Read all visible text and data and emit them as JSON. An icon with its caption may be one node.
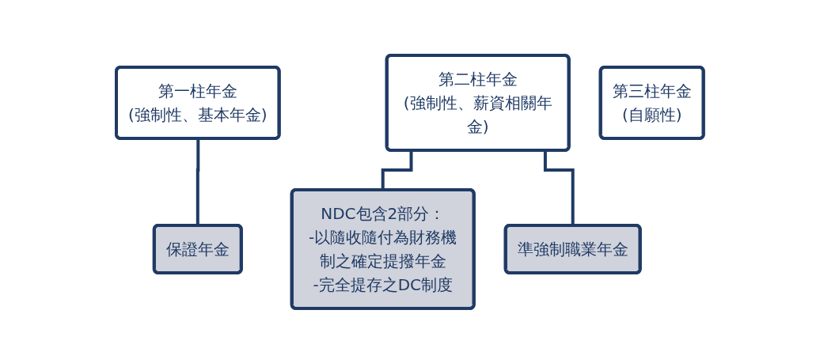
{
  "diagram": {
    "nodes": [
      {
        "text": [
          "第一柱年金",
          "(強制性、基本年金)"
        ]
      },
      {
        "text": [
          "第二柱年金",
          "(強制性、薪資相關年金)"
        ]
      },
      {
        "text": [
          "第三柱年金",
          "(自願性)"
        ]
      },
      {
        "text": [
          "保證年金"
        ]
      },
      {
        "text": [
          "NDC包含2部分：",
          "-以隨收隨付為財務機制之確定提撥年金",
          "-完全提存之DC制度"
        ]
      },
      {
        "text": [
          "準強制職業年金"
        ]
      }
    ],
    "edges": [
      {
        "from": 0,
        "to": 3,
        "arrow": "none"
      },
      {
        "from": 1,
        "to": 4,
        "arrow": "none"
      },
      {
        "from": 1,
        "to": 5,
        "arrow": "none"
      }
    ]
  }
}
